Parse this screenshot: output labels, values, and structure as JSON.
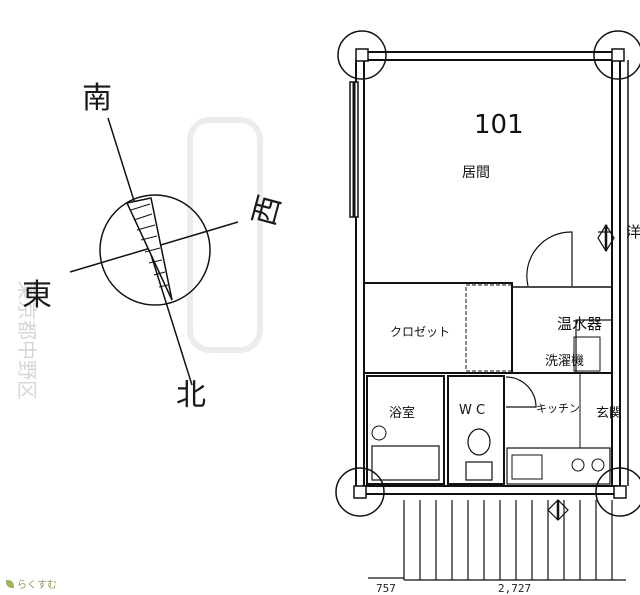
{
  "compass": {
    "north": "北",
    "south": "南",
    "east": "東",
    "west": "西"
  },
  "watermark": "東京都中野区",
  "rooms": {
    "unit_number": "101",
    "living": "居間",
    "closet": "クロゼット",
    "water_heater": "温水器",
    "washer": "洗濯機",
    "bath": "浴室",
    "toilet": "W C",
    "kitchen": "キッチン",
    "entrance": "玄関",
    "side_room_partial": "洋"
  },
  "dimensions": {
    "left": "757",
    "right": "2,727"
  },
  "brand": "らくすむ"
}
